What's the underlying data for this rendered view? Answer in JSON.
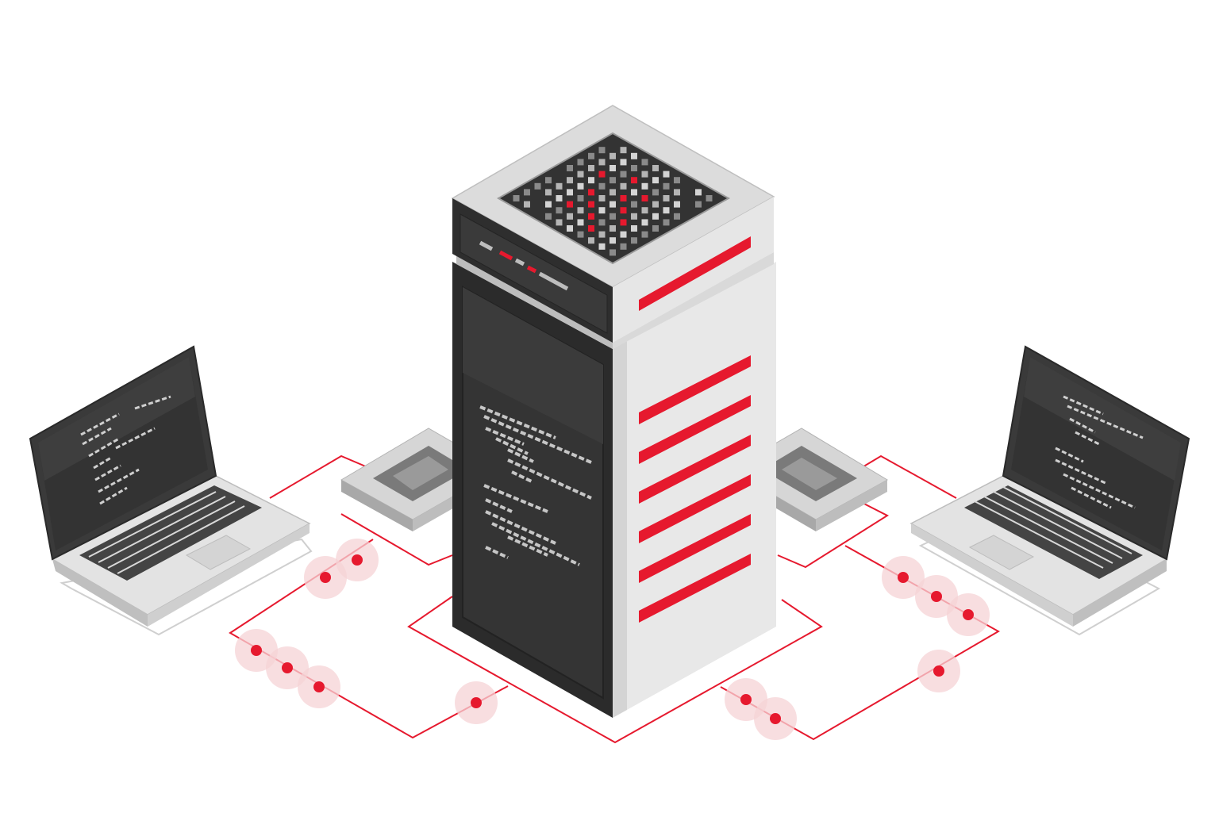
{
  "palette": {
    "accent": "#e6192e",
    "halo": "#f6d3d6",
    "panel_dark": "#2b2b2b",
    "panel_darker": "#1f1f1f",
    "metal_light": "#ececec",
    "metal_mid": "#c9c9c9",
    "metal_shadow": "#9a9a9a",
    "screen": "#353535",
    "code_text": "#c9c9c9"
  },
  "illustration": {
    "server": {
      "side_stripes": 6,
      "cap_stripes": 1,
      "grid_size": 10
    },
    "laptops": [
      "left",
      "right"
    ],
    "chips": [
      "left",
      "right"
    ],
    "network_nodes": 12
  }
}
